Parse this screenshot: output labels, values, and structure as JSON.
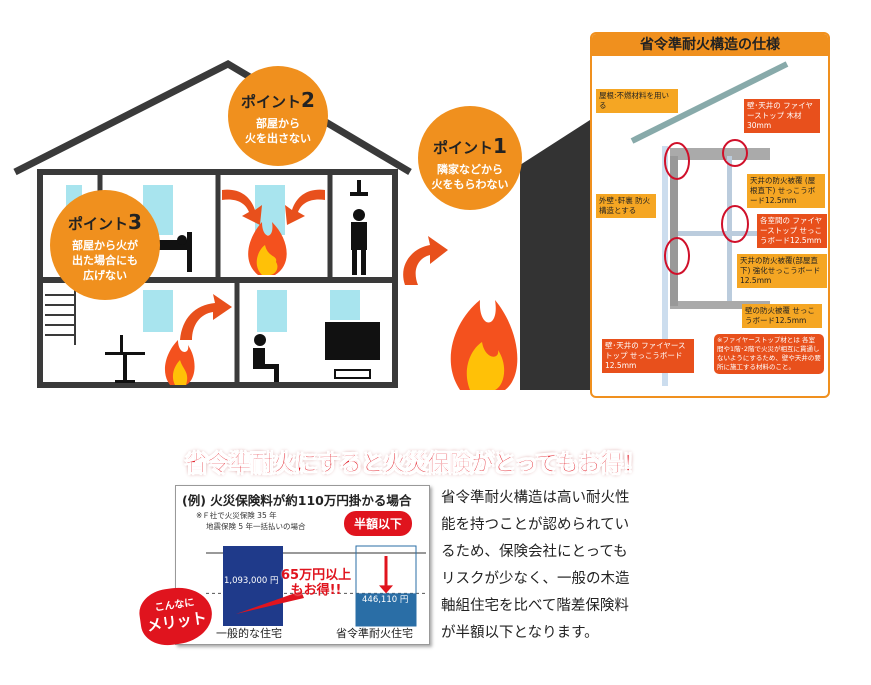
{
  "points": [
    {
      "label": "ポイント",
      "num": "1",
      "text": [
        "隣家などから",
        "火をもらわない"
      ]
    },
    {
      "label": "ポイント",
      "num": "2",
      "text": [
        "部屋から",
        "火を出さない"
      ]
    },
    {
      "label": "ポイント",
      "num": "3",
      "text": [
        "部屋から火が",
        "出た場合にも",
        "広げない"
      ]
    }
  ],
  "spec": {
    "title": "省令準耐火構造の仕様",
    "labels": [
      "屋根:不燃材料を用いる",
      "壁･天井の ファイヤーストップ 木材30mm",
      "外壁･軒裏 防火構造とする",
      "天井の防火被覆 (屋根直下) せっこうボード12.5mm",
      "各室間の ファイヤーストップ せっこうボード12.5mm",
      "天井の防火被覆(部屋直下) 強化せっこうボード12.5mm",
      "壁の防火被覆 せっこうボード12.5mm",
      "壁･天井の ファイヤーストップ せっこうボード12.5mm",
      "※ファイヤーストップ材とは 各室間や1階･2階で火災が相互に貫通しないようにするため、壁や天井の要所に施工する材料のこと。"
    ]
  },
  "banner": "省令準耐火にすると火災保険がとってもお得！",
  "chart_data": {
    "type": "bar",
    "title": "(例) 火災保険料が約110万円掛かる場合",
    "note": [
      "※Ｆ社で火災保険 35 年",
      "地震保険 5 年一括払いの場合"
    ],
    "categories": [
      "一般的な住宅",
      "省令準耐火住宅"
    ],
    "values": [
      1093000,
      446110
    ],
    "value_labels": [
      "1,093,000 円",
      "446,110 円"
    ],
    "badge": "半額以下",
    "savings": [
      "65万円以上",
      "もお得!!"
    ],
    "merit": [
      "こんなに",
      "メリット"
    ],
    "colors": [
      "#1f3a8a",
      "#2a6ea6"
    ]
  },
  "description": [
    "省令準耐火構造は高い耐火性",
    "能を持つことが認められてい",
    "るため、保険会社にとっても",
    "リスクが少なく、一般の木造",
    "軸組住宅を比べて階差保険料",
    "が半額以下となります。"
  ]
}
